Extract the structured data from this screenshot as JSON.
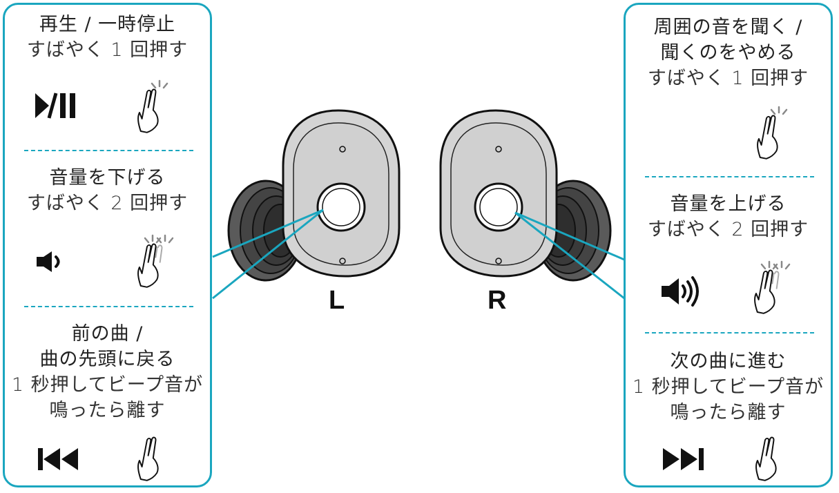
{
  "colors": {
    "accent": "#1aa6bf",
    "earbud_face": "#d4d4d4",
    "earbud_dark": "#3a3a3a"
  },
  "left_panel": {
    "sections": [
      {
        "title_lines": [
          "再生 / 一時停止"
        ],
        "sub_lines": [
          "すばやく 1 回押す"
        ],
        "symbol": "play-pause-icon",
        "gesture": "tap-once-hand-icon"
      },
      {
        "title_lines": [
          "音量を下げる"
        ],
        "sub_lines": [
          "すばやく 2 回押す"
        ],
        "symbol": "volume-down-icon",
        "gesture": "tap-twice-hand-icon"
      },
      {
        "title_lines": [
          "前の曲 /",
          "曲の先頭に戻る"
        ],
        "sub_lines": [
          "1 秒押してビープ音が",
          "鳴ったら離す"
        ],
        "symbol": "previous-track-icon",
        "gesture": "press-hold-hand-icon"
      }
    ]
  },
  "right_panel": {
    "sections": [
      {
        "title_lines": [
          "周囲の音を聞く /",
          "聞くのをやめる"
        ],
        "sub_lines": [
          "すばやく 1 回押す"
        ],
        "gesture": "tap-once-hand-icon"
      },
      {
        "title_lines": [
          "音量を上げる"
        ],
        "sub_lines": [
          "すばやく 2 回押す"
        ],
        "symbol": "volume-up-icon",
        "gesture": "tap-twice-hand-icon"
      },
      {
        "title_lines": [
          "次の曲に進む"
        ],
        "sub_lines": [
          "1 秒押してビープ音が",
          "鳴ったら離す"
        ],
        "symbol": "next-track-icon",
        "gesture": "press-hold-hand-icon"
      }
    ]
  },
  "earbuds": {
    "left_label": "L",
    "right_label": "R"
  }
}
